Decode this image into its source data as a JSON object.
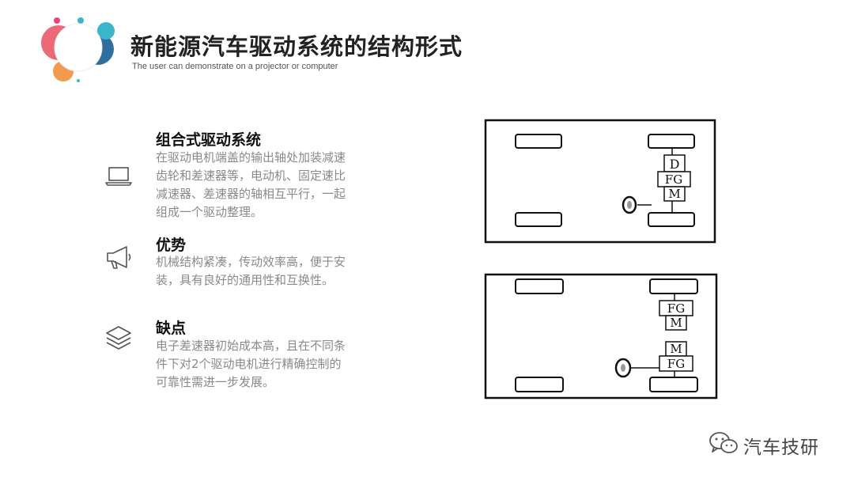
{
  "header": {
    "title": "新能源汽车驱动系统的结构形式",
    "subtitle": "The user can demonstrate on a projector or computer"
  },
  "sections": [
    {
      "icon": "laptop-icon",
      "heading": "组合式驱动系统",
      "lines": [
        "在驱动电机端盖的输出轴处加装减速",
        "齿轮和差速器等，电动机、固定速比",
        "减速器、差速器的轴相互平行，一起",
        "组成一个驱动整理。"
      ]
    },
    {
      "icon": "megaphone-icon",
      "heading": "优势",
      "lines": [
        "机械结构紧凑，传动效率高，便于安",
        "装，具有良好的通用性和互换性。"
      ]
    },
    {
      "icon": "layers-icon",
      "heading": "缺点",
      "lines": [
        "电子差速器初始成本高，且在不同条",
        "件下对2个驱动电机进行精确控制的",
        "可靠性需进一步发展。"
      ]
    }
  ],
  "diagram1": {
    "labels": [
      "D",
      "FG",
      "M"
    ]
  },
  "diagram2": {
    "upper_labels": [
      "FG",
      "M"
    ],
    "lower_labels": [
      "M",
      "FG"
    ]
  },
  "footer": {
    "icon": "wechat-icon",
    "text": "汽车技研"
  },
  "colors": {
    "logo_red": "#e85a6a",
    "logo_teal": "#3ab6c8",
    "logo_blue": "#2f6f9f",
    "logo_orange": "#f19a52",
    "logo_pink": "#e8457b"
  }
}
